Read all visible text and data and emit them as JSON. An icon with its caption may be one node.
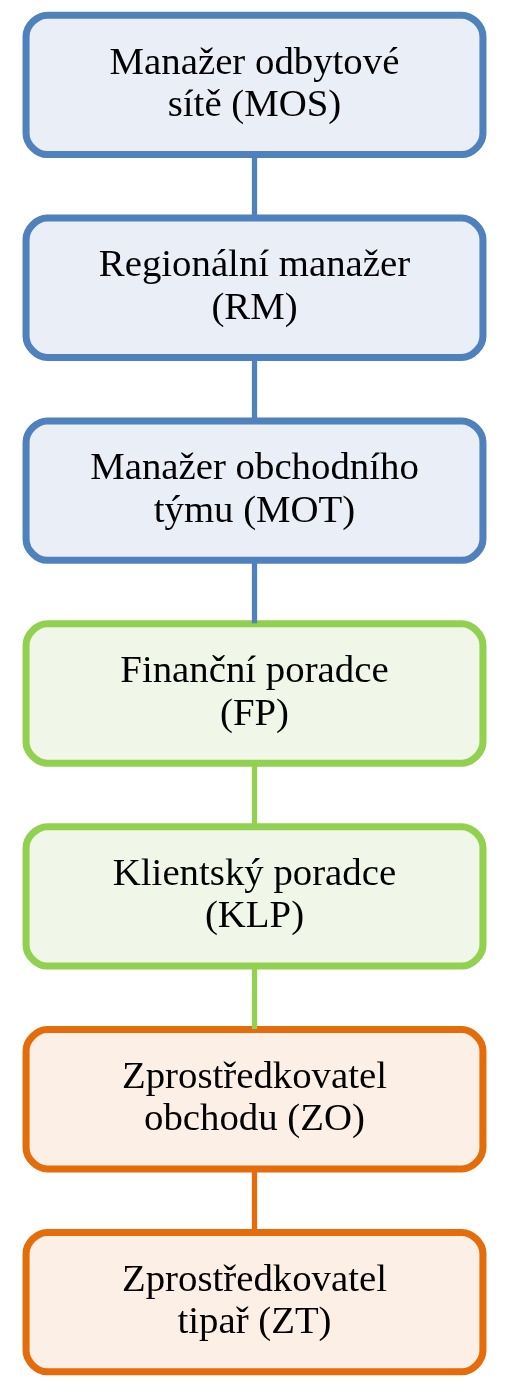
{
  "diagram": {
    "nodes": [
      {
        "text": [
          "Manažer odbytové sítě (MOS)"
        ]
      },
      {
        "text": [
          "Regionální manažer (RM)"
        ]
      },
      {
        "text": [
          "Manažer obchodního týmu (MOT)"
        ]
      },
      {
        "text": [
          "Finanční poradce (FP)"
        ]
      },
      {
        "text": [
          "Klientský poradce (KLP)"
        ]
      },
      {
        "text": [
          "Zprostředkovatel obchodu (ZO)"
        ]
      },
      {
        "text": [
          "Zprostředkovatel tipař (ZT)"
        ]
      }
    ],
    "edges": [
      {
        "from": 0,
        "to": 1,
        "arrow": "none"
      },
      {
        "from": 1,
        "to": 2,
        "arrow": "none"
      },
      {
        "from": 2,
        "to": 3,
        "arrow": "none"
      },
      {
        "from": 3,
        "to": 4,
        "arrow": "none",
        "color": "#92d050"
      },
      {
        "from": 4,
        "to": 5,
        "arrow": "none",
        "color": "#92d050"
      },
      {
        "from": 5,
        "to": 6,
        "arrow": "none",
        "color": "#e46c0a"
      }
    ]
  }
}
